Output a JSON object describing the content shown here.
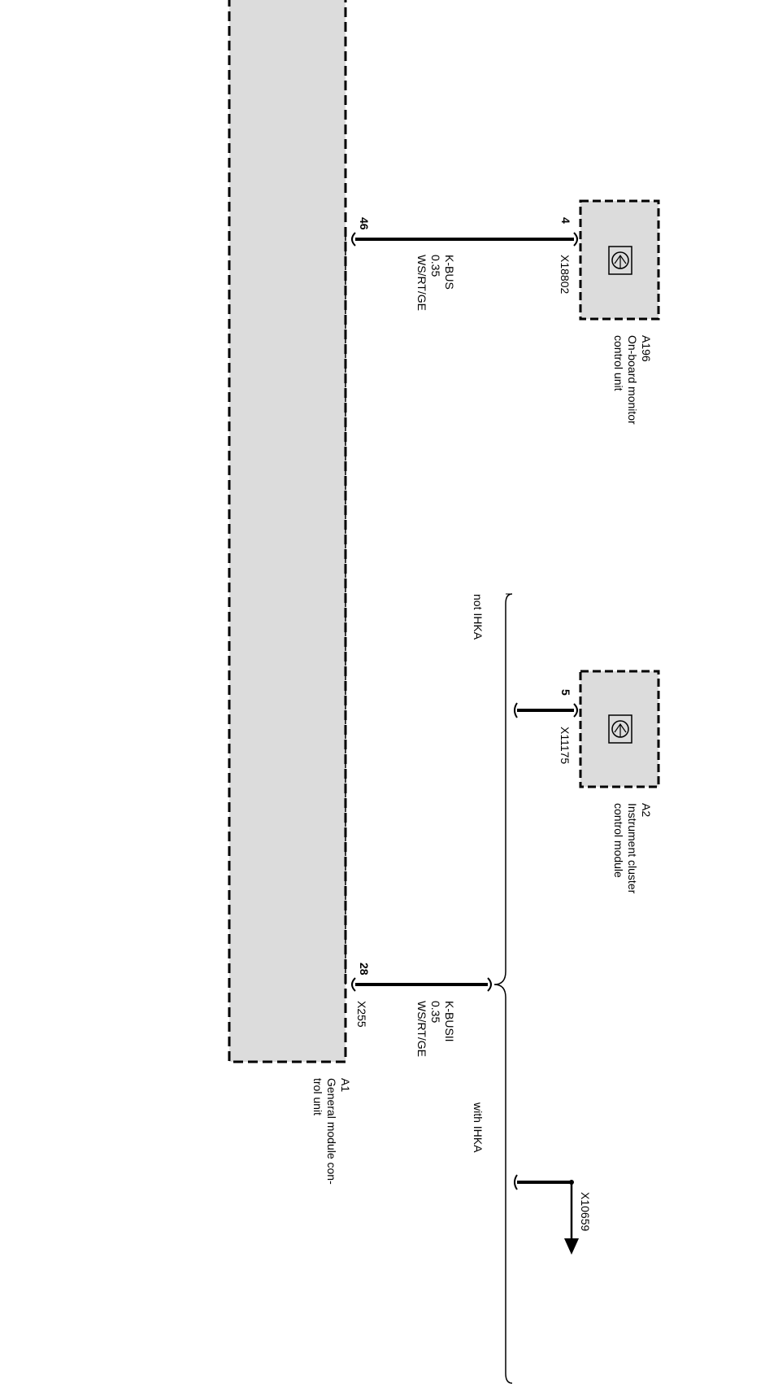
{
  "components": {
    "a196": {
      "id": "A196",
      "name_line1": "On-board monitor",
      "name_line2": "control unit",
      "connector": "X18802",
      "pin": "4"
    },
    "a2": {
      "id": "A2",
      "name_line1": "Instrument cluster",
      "name_line2": "control module",
      "connector": "X11175",
      "pin": "5"
    },
    "a1": {
      "id": "A1",
      "name_line1": "General module con-",
      "name_line2": "trol unit",
      "connector": "X255",
      "pin_kbus": "46",
      "pin_kbusii": "28"
    }
  },
  "wires": {
    "kbus": {
      "name": "K-BUS",
      "gauge": "0.35",
      "color": "WS/RT/GE"
    },
    "kbusii": {
      "name": "K-BUSII",
      "gauge": "0.35",
      "color": "WS/RT/GE"
    }
  },
  "options": {
    "not_ihka": "not IHKA",
    "with_ihka": "with IHKA"
  },
  "continuation": {
    "connector": "X10659"
  }
}
